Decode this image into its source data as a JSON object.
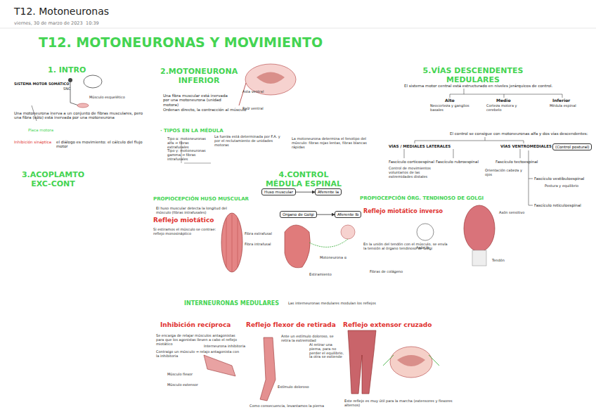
{
  "diagram": {
    "title": "T12. Motoneuronas",
    "nodes": [
      {
        "text": [
          "Huso muscular"
        ]
      },
      {
        "text": [
          "Aferente Ia"
        ]
      },
      {
        "text": [
          "Órgano de Golgi"
        ]
      },
      {
        "text": [
          "Aferente Ib"
        ]
      },
      {
        "text": [
          "(Control postural)"
        ]
      }
    ],
    "edges": [
      {
        "from": 0,
        "to": 1,
        "arrow": "to"
      },
      {
        "from": 2,
        "to": 3,
        "arrow": "to"
      }
    ],
    "labels": [
      "viernes, 30 de marzo de 2023",
      "10:39",
      "T12. MOTONEURONAS Y MOVIMIENTO",
      "1. INTRO",
      "SISTEMA MOTOR SOMÁTICO",
      "SNC",
      "Músculo esquelético",
      "Una motoneurona inerva a un conjunto de fibras musculares, pero una fibra (sólo) está inervada por una motoneurona",
      "Placa motora",
      "Inhibición sináptica",
      "el diálogo es movimiento: el cálculo del flujo motor",
      "2.MOTONEURONA INFERIOR",
      "Una fibra muscular está inervada por una motoneurona (unidad motora)",
      "Ordenan directo, la contracción al músculo",
      "· TIPOS EN LA MÉDULA",
      "Tipo α: motoneuronas alfa → fibras extrafusales",
      "Tipo γ: motoneuronas gamma → fibras intrafusales",
      "La fuerza está determinada por F.A. y por el reclutamiento de unidades motoras",
      "La motoneurona determina el fenotipo del músculo: fibras rojas lentas, fibras blancas rápidas",
      "Asta ventral",
      "Raíz ventral",
      "3.ACOPLAMTO EXC-CONT",
      "4.CONTROL MÉDULA ESPINAL",
      "5.VÍAS DESCENDENTES MEDULARES",
      "El sistema motor central está estructurado en niveles jerárquicos de control.",
      "Alto",
      "Neocorteza y ganglios basales",
      "Medio",
      "Corteza motora y cerebelo",
      "Inferior",
      "Médula espinal",
      "El control se consigue con motoneuronas alfa y dos vías descendentes:",
      "VÍAS / MEDIALES LATERALES",
      "VÍAS VENTROMEDIALES",
      "Fascículo corticoespinal",
      "Fascículo rubroespinal",
      "Control de movimientos voluntarios de las extremidades distales",
      "Fascículo tectoespinal",
      "Fascículo vestibuloespinal",
      "Fascículo reticuloespinal",
      "Orientación cabeza y ojos",
      "Postura y equilibrio",
      "PROPIOCEPCIÓN HUSO MUSCULAR",
      "Reflejo miotático",
      "El huso muscular detecta la longitud del músculo (fibras intrafusales)",
      "Si estiramos el músculo se contrae: reflejo monosináptico",
      "PROPIOCEPCIÓN ÓRG. TENDINOSO DE GOLGI",
      "Reflejo miotático inverso",
      "En la unión del tendón con el músculo, se envía la tensión al órgano tendinoso de Golgi",
      "Fibras de colágeno",
      "Axón Ib",
      "Axón sensitivo",
      "Tendón",
      "INTERNEURONAS MEDULARES",
      "Las interneuronas medulares modulan los reflejos",
      "Inhibición recíproca",
      "Reflejo flexor de retirada",
      "Reflejo extensor cruzado",
      "Se encarga de relajar músculos antagonistas para que los agonistas lleven a cabo el reflejo miotático",
      "Contraigo un músculo → relajo antagonista con la inhibitoria",
      "Ante un estímulo doloroso, se retira la extremidad",
      "Como consecuencia, levantamos la pierna",
      "Al retirar una pierna, para no perder el equilibrio, la otra se extiende",
      "Este reflejo es muy útil para la marcha (extensores y flexores alternos)",
      "Estímulo doloroso",
      "Músculo extensor",
      "Músculo flexor",
      "Interneurona inhibitoria",
      "Fibra extrafusal",
      "Fibra intrafusal",
      "Motoneurona α",
      "Estiramiento"
    ]
  }
}
